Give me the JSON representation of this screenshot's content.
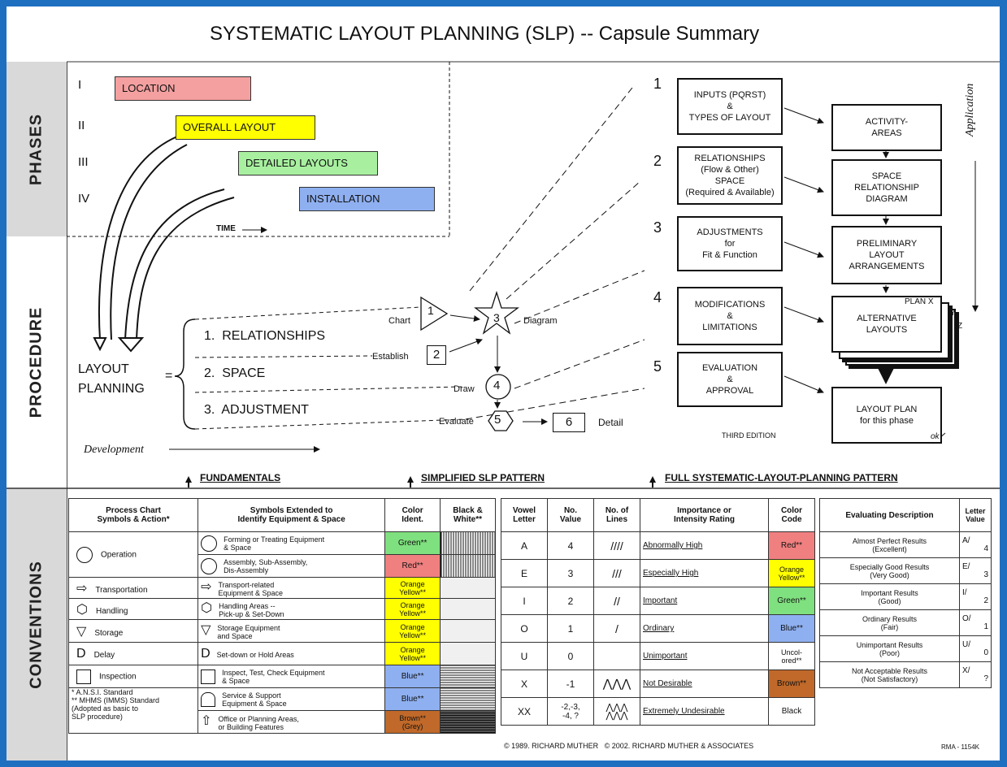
{
  "title": "SYSTEMATIC LAYOUT PLANNING (SLP) -- Capsule Summary",
  "bands": {
    "phases": "PHASES",
    "procedure": "PROCEDURE",
    "conventions": "CONVENTIONS"
  },
  "phases": [
    {
      "roman": "I",
      "label": "LOCATION",
      "color": "#f4a0a0"
    },
    {
      "roman": "II",
      "label": "OVERALL LAYOUT",
      "color": "#ffff00"
    },
    {
      "roman": "III",
      "label": "DETAILED LAYOUTS",
      "color": "#a8f0a0"
    },
    {
      "roman": "IV",
      "label": "INSTALLATION",
      "color": "#8fb0f0"
    }
  ],
  "time_label": "TIME",
  "procedure": {
    "layout_planning": "LAYOUT\nPLANNING",
    "equals": "=",
    "items": [
      "1.  RELATIONSHIPS",
      "2.  SPACE",
      "3.  ADJUSTMENT"
    ],
    "development": "Development",
    "chart": "Chart",
    "establish": "Establish",
    "diagram": "Diagram",
    "draw": "Draw",
    "evaluate": "Evaluate",
    "detail": "Detail",
    "n1": "1",
    "n2": "2",
    "n3": "3",
    "n4": "4",
    "n5": "5",
    "n6": "6"
  },
  "patterns": {
    "fundamentals": "FUNDAMENTALS",
    "simplified": "SIMPLIFIED SLP PATTERN",
    "full": "FULL SYSTEMATIC-LAYOUT-PLANNING PATTERN"
  },
  "full_steps": [
    {
      "num": "1",
      "left": "INPUTS (PQRST)\n&\nTYPES OF LAYOUT",
      "right": "ACTIVITY-\nAREAS"
    },
    {
      "num": "2",
      "left": "RELATIONSHIPS\n(Flow & Other)\nSPACE\n(Required & Available)",
      "right": "SPACE\nRELATIONSHIP\nDIAGRAM"
    },
    {
      "num": "3",
      "left": "ADJUSTMENTS\nfor\nFit & Function",
      "right": "PRELIMINARY\nLAYOUT\nARRANGEMENTS"
    },
    {
      "num": "4",
      "left": "MODIFICATIONS\n&\nLIMITATIONS",
      "right": "ALTERNATIVE\nLAYOUTS"
    },
    {
      "num": "5",
      "left": "EVALUATION\n&\nAPPROVAL",
      "right": "LAYOUT PLAN\nfor this phase"
    }
  ],
  "plan_x": "PLAN X",
  "plan_y": "Y",
  "plan_z": "Z",
  "ok": "ok",
  "application": "Application",
  "third_edition": "THIRD EDITION",
  "conv_left": {
    "headers": [
      "Process Chart\nSymbols & Action*",
      "Symbols Extended to\nIdentify Equipment & Space",
      "Color\nIdent.",
      "Black &\nWhite**"
    ],
    "rows": [
      {
        "action": "Operation",
        "equip": "Forming or Treating Equipment\n& Space",
        "color": "Green**",
        "hex": "#7fe07f"
      },
      {
        "action": "",
        "equip": "Assembly, Sub-Assembly,\nDis-Assembly",
        "color": "Red**",
        "hex": "#f08080"
      },
      {
        "action": "Transportation",
        "equip": "Transport-related\nEquipment & Space",
        "color": "Orange\nYellow**",
        "hex": "#ffff00"
      },
      {
        "action": "Handling",
        "equip": "Handling Areas --\nPick-up & Set-Down",
        "color": "Orange\nYellow**",
        "hex": "#ffff00"
      },
      {
        "action": "Storage",
        "equip": "Storage Equipment\nand Space",
        "color": "Orange\nYellow**",
        "hex": "#ffff00"
      },
      {
        "action": "Delay",
        "equip": "Set-down or Hold Areas",
        "color": "Orange\nYellow**",
        "hex": "#ffff00"
      },
      {
        "action": "Inspection",
        "equip": "Inspect, Test, Check Equipment\n& Space",
        "color": "Blue**",
        "hex": "#8fb0f0"
      },
      {
        "action": "",
        "equip": "Service & Support\nEquipment & Space",
        "color": "Blue**",
        "hex": "#8fb0f0"
      },
      {
        "action": "",
        "equip": "Office or Planning Areas,\nor Building Features",
        "color": "Brown**\n(Grey)",
        "hex": "#c0692a"
      }
    ],
    "footnote": "* A.N.S.I. Standard\n** MHMS (IMMS) Standard\n  (Adopted as basic to\n  SLP procedure)"
  },
  "conv_mid": {
    "headers": [
      "Vowel\nLetter",
      "No.\nValue",
      "No. of\nLines",
      "Importance or\nIntensity Rating",
      "Color\nCode"
    ],
    "rows": [
      {
        "letter": "A",
        "value": "4",
        "rating": "Abnormally High",
        "code": "Red**",
        "hex": "#f08080"
      },
      {
        "letter": "E",
        "value": "3",
        "rating": "Especially High",
        "code": "Orange\nYellow**",
        "hex": "#ffff00"
      },
      {
        "letter": "I",
        "value": "2",
        "rating": "Important",
        "code": "Green**",
        "hex": "#7fe07f"
      },
      {
        "letter": "O",
        "value": "1",
        "rating": "Ordinary",
        "code": "Blue**",
        "hex": "#8fb0f0"
      },
      {
        "letter": "U",
        "value": "0",
        "rating": "Unimportant",
        "code": "Uncol-\nored**",
        "hex": "#ffffff"
      },
      {
        "letter": "X",
        "value": "-1",
        "rating": "Not Desirable",
        "code": "Brown**",
        "hex": "#c0692a"
      },
      {
        "letter": "XX",
        "value": "-2,-3,\n-4, ?",
        "rating": "Extremely Undesirable",
        "code": "Black",
        "hex": "#ffffff"
      }
    ]
  },
  "conv_right": {
    "headers": [
      "Evaluating Description",
      "Letter\nValue"
    ],
    "rows": [
      {
        "desc": "Almost Perfect Results\n(Excellent)",
        "letter": "A",
        "value": "4"
      },
      {
        "desc": "Especially Good Results\n(Very Good)",
        "letter": "E",
        "value": "3"
      },
      {
        "desc": "Important Results\n(Good)",
        "letter": "I",
        "value": "2"
      },
      {
        "desc": "Ordinary Results\n(Fair)",
        "letter": "O",
        "value": "1"
      },
      {
        "desc": "Unimportant Results\n(Poor)",
        "letter": "U",
        "value": "0"
      },
      {
        "desc": "Not Acceptable Results\n(Not Satisfactory)",
        "letter": "X",
        "value": "?"
      }
    ]
  },
  "copyright": "© 1989. RICHARD MUTHER   © 2002. RICHARD MUTHER & ASSOCIATES",
  "code": "RMA - 1154K"
}
